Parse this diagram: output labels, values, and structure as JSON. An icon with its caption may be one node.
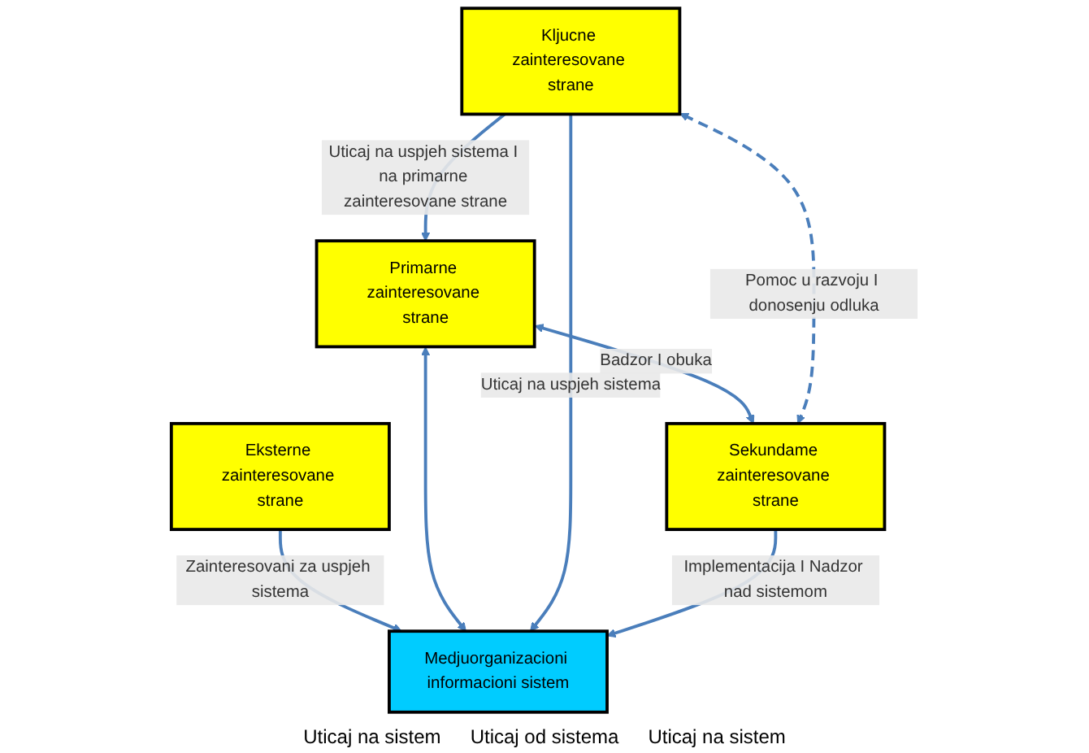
{
  "diagram": {
    "nodes": [
      {
        "text": [
          "Eksterne zainteresovane strane"
        ]
      },
      {
        "text": [
          "Primarne zainteresovane strane"
        ]
      },
      {
        "text": [
          "Medjuorganizacioni informacioni sistem"
        ]
      },
      {
        "text": [
          "Kljucne zainteresovane strane"
        ]
      },
      {
        "text": [
          "Sekundame zainteresovane strane"
        ]
      }
    ],
    "edges": [
      {
        "from": 3,
        "to": 1,
        "arrow": "to",
        "label": "Uticaj na uspjeh sistema I na primarne zainteresovane strane"
      },
      {
        "from": 0,
        "to": 2,
        "arrow": "to",
        "label": "Zainteresovani za uspjeh sistema"
      },
      {
        "from": 1,
        "to": 2,
        "arrow": "both"
      },
      {
        "from": 3,
        "to": 2,
        "arrow": "to",
        "label": "Uticaj na uspjeh sistema"
      },
      {
        "from": 4,
        "to": 2,
        "arrow": "to",
        "label": "Implementacija I Nadzor nad sistemom"
      },
      {
        "from": 1,
        "to": 4,
        "arrow": "both",
        "label": "Badzor I obuka"
      },
      {
        "from": 3,
        "to": 4,
        "arrow": "both",
        "style": "dashed",
        "label": "Pomoc u razvoju I donosenju odluka"
      }
    ],
    "labels": [
      "Uticaj na sistem",
      "Uticaj od sistema",
      "Uticaj na sistem"
    ]
  }
}
